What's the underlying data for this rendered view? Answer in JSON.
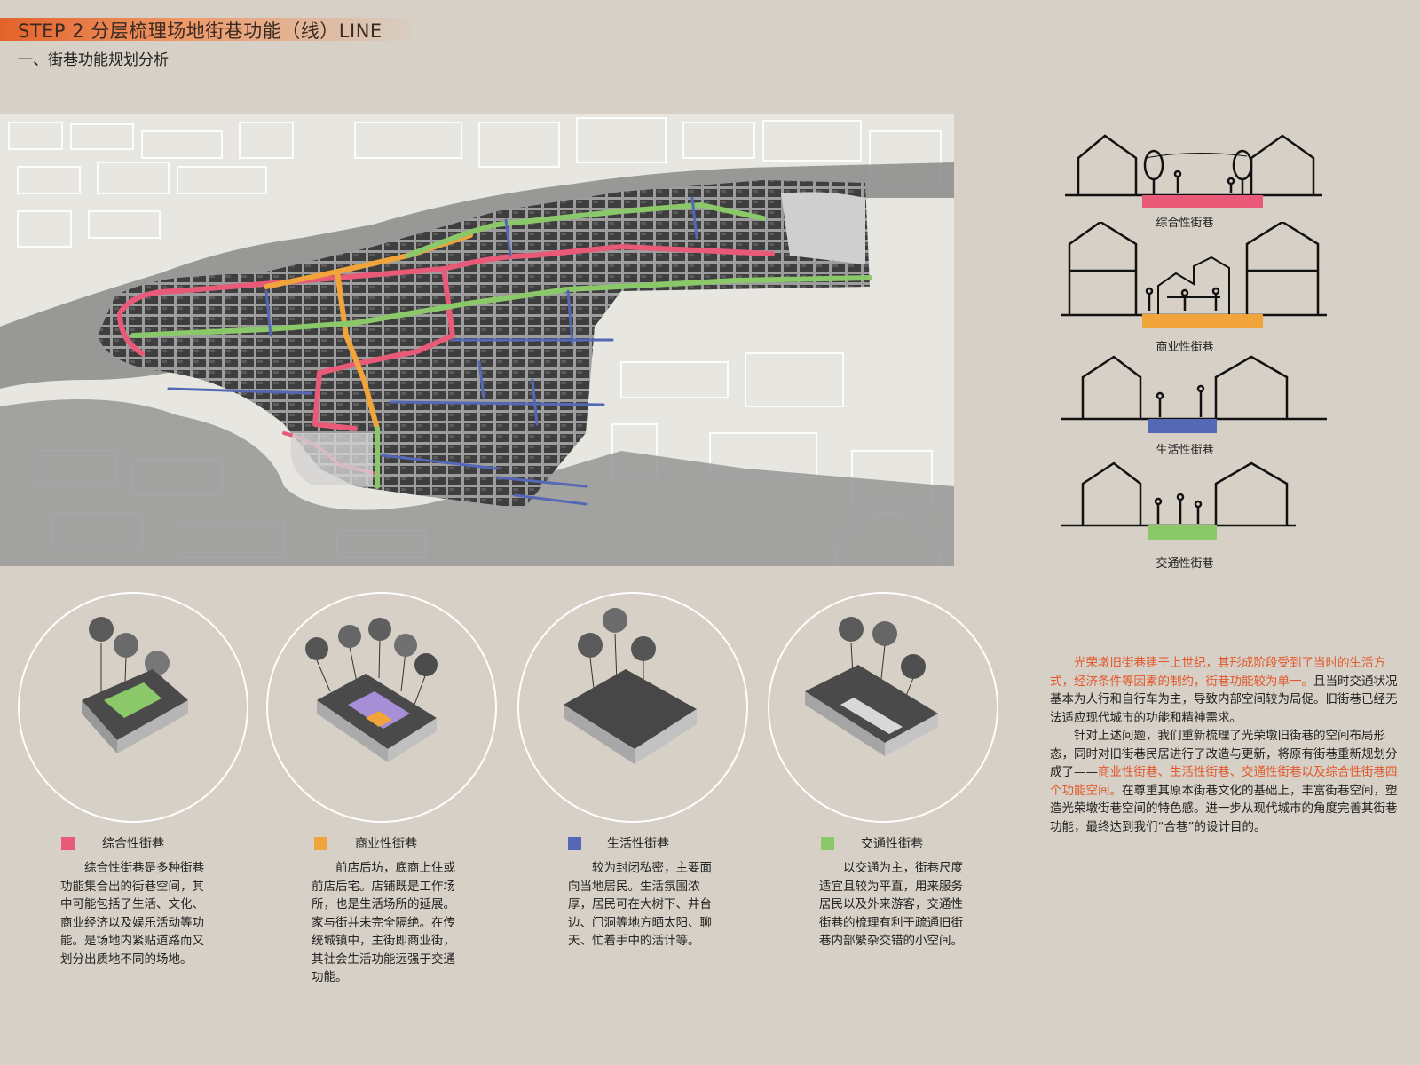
{
  "header": {
    "title": "STEP 2 分层梳理场地街巷功能（线）LINE",
    "subtitle": "一、街巷功能规划分析"
  },
  "colors": {
    "composite": "#e85a78",
    "commercial": "#f1a43a",
    "living": "#5568b5",
    "traffic": "#8bc86a",
    "accent_text": "#e2572b"
  },
  "sections": [
    {
      "label": "综合性街巷",
      "color_key": "composite"
    },
    {
      "label": "商业性街巷",
      "color_key": "commercial"
    },
    {
      "label": "生活性街巷",
      "color_key": "living"
    },
    {
      "label": "交通性街巷",
      "color_key": "traffic"
    }
  ],
  "legend": [
    {
      "label": "综合性街巷",
      "color": "#e85a78",
      "description": "综合性街巷是多种街巷功能集合出的街巷空间，其中可能包括了生活、文化、商业经济以及娱乐活动等功能。是场地内紧贴道路而又划分出质地不同的场地。"
    },
    {
      "label": "商业性街巷",
      "color": "#f1a43a",
      "description": "前店后坊，底商上住或前店后宅。店铺既是工作场所，也是生活场所的延展。家与街并未完全隔绝。在传统城镇中，主街即商业街，其社会生活功能远强于交通功能。"
    },
    {
      "label": "生活性街巷",
      "color": "#5568b5",
      "description": "较为封闭私密，主要面向当地居民。生活氛围浓厚，居民可在大树下、井台边、门洞等地方晒太阳、聊天、忙着手中的活计等。"
    },
    {
      "label": "交通性街巷",
      "color": "#8bc86a",
      "description": "以交通为主，街巷尺度适宜且较为平直，用来服务居民以及外来游客，交通性街巷的梳理有利于疏通旧街巷内部繁杂交错的小空间。"
    }
  ],
  "main_text": {
    "p1_hl": "光荣墩旧街巷建于上世纪，其形成阶段受到了当时的生活方式，经济条件等因素的制约，街巷功能较为单一。",
    "p1_rest": "且当时交通状况基本为人行和自行车为主，导致内部空间较为局促。旧街巷已经无法适应现代城市的功能和精神需求。",
    "p2_a": "针对上述问题，我们重新梳理了光荣墩旧街巷的空间布局形态，同时对旧街巷民居进行了改造与更新，将原有街巷重新规划分成了——",
    "p2_hl": "商业性街巷、生活性街巷、交通性街巷以及综合性街巷四个功能空间。",
    "p2_rest": "在尊重其原本街巷文化的基础上，丰富街巷空间，塑造光荣墩街巷空间的特色感。进一步从现代城市的角度完善其街巷功能，最终达到我们“合巷”的设计目的。"
  }
}
